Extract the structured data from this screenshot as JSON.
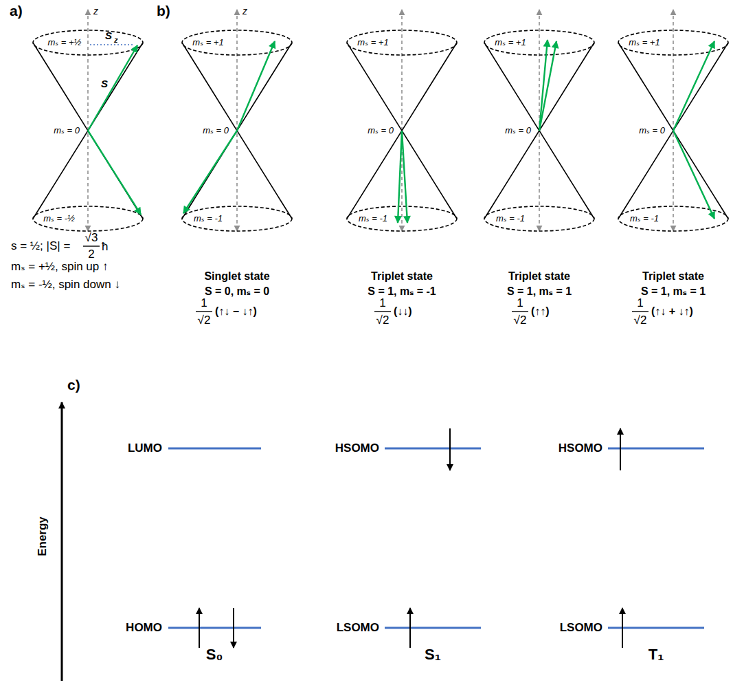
{
  "diagram": {
    "labels": [
      "a)",
      "z",
      "mₛ = +½",
      "S",
      "z",
      "S",
      "mₛ = 0",
      "mₛ = -½",
      "s = ½; |S| =",
      "√3",
      "2",
      "ħ",
      "mₛ = +½, spin up ↑",
      "mₛ = -½, spin down ↓",
      "b)",
      "z",
      "mₛ = +1",
      "mₛ = 0",
      "mₛ = -1",
      "mₛ = +1",
      "mₛ = 0",
      "mₛ = -1",
      "mₛ = +1",
      "mₛ = 0",
      "mₛ = -1",
      "mₛ = +1",
      "mₛ = 0",
      "mₛ = -1",
      "Singlet state",
      "S = 0, mₛ = 0",
      "1",
      "√2",
      "(↑↓ − ↓↑)",
      "Triplet state",
      "S = 1, mₛ = -1",
      "1",
      "√2",
      "(↓↓)",
      "Triplet state",
      "S = 1, mₛ = 1",
      "1",
      "√2",
      "(↑↑)",
      "Triplet state",
      "S = 1, mₛ = 1",
      "1",
      "√2",
      "(↑↓ + ↓↑)",
      "c)",
      "Energy",
      "LUMO",
      "HOMO",
      "HSOMO",
      "LSOMO",
      "HSOMO",
      "LSOMO",
      "S₀",
      "S₁",
      "T₁"
    ]
  }
}
